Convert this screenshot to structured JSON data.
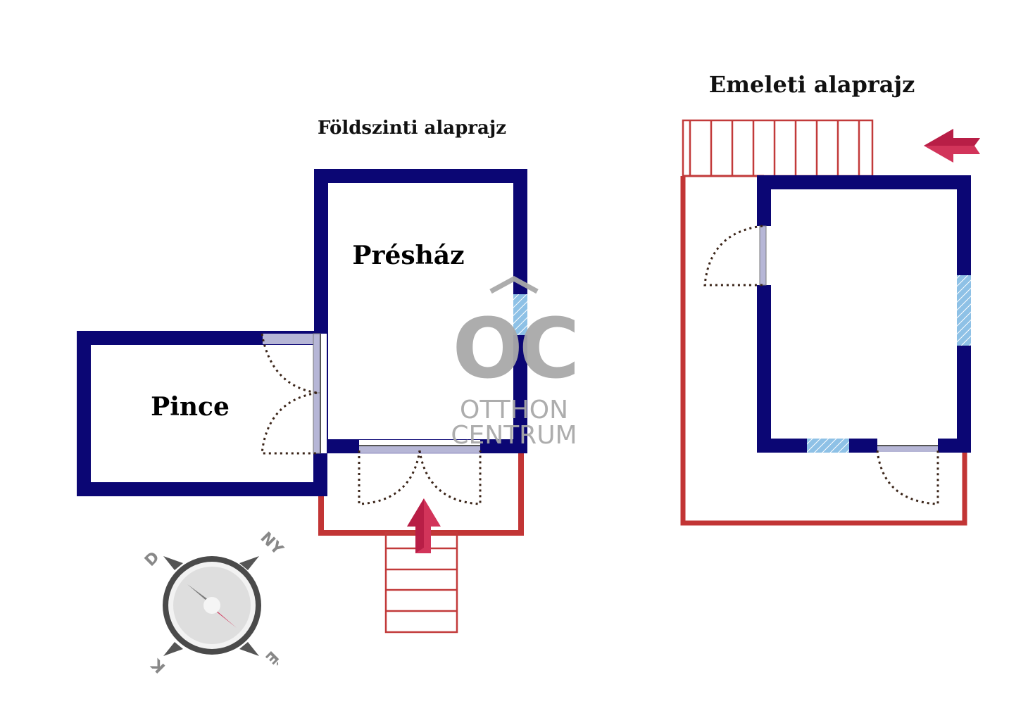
{
  "titles": {
    "ground_floor": "Földszinti alaprajz",
    "upper_floor": "Emeleti alaprajz"
  },
  "rooms": {
    "presshouse": "Présház",
    "cellar": "Pince"
  },
  "compass": {
    "north": "NY",
    "south": "K",
    "west": "D",
    "east": "É"
  },
  "watermark": {
    "monogram": "OC",
    "line1": "OTTHON",
    "line2": "CENTRUM"
  },
  "colors": {
    "wall": "#0b0674",
    "terrace": "#c23535",
    "stair": "#c23a3a",
    "arrow": "#d2345a",
    "window": "#8ec1e6",
    "door_panel": "#b6b6d6",
    "logo": "#a9a9a9"
  }
}
